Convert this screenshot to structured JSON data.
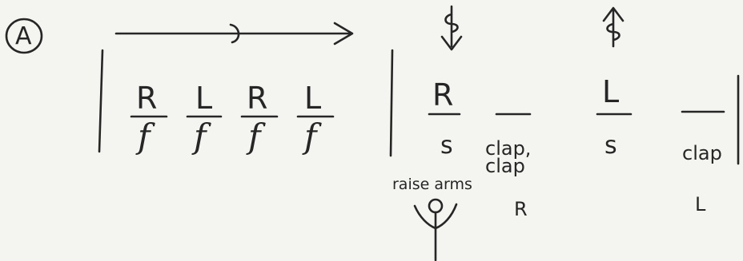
{
  "section": {
    "label": "A"
  },
  "measure1": {
    "counts": [
      {
        "foot": "R",
        "action": "f"
      },
      {
        "foot": "L",
        "action": "f"
      },
      {
        "foot": "R",
        "action": "f"
      },
      {
        "foot": "L",
        "action": "f"
      }
    ]
  },
  "measure2": {
    "beat1": {
      "foot": "R",
      "action": "s"
    },
    "beat2": {
      "action": "clap, clap",
      "hand": "R"
    },
    "beat3": {
      "foot": "L",
      "action": "s"
    },
    "beat4": {
      "action": "clap",
      "hand": "L"
    },
    "note": "raise arms"
  }
}
